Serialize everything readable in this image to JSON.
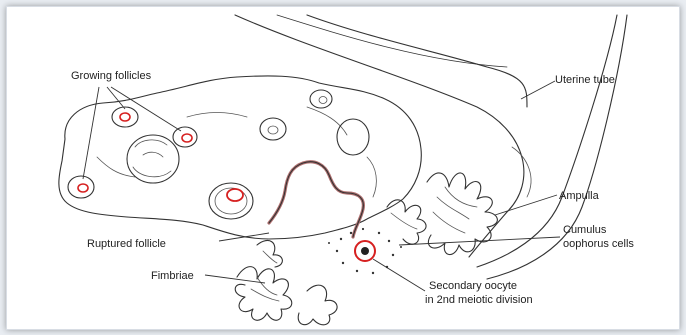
{
  "labels": {
    "growing_follicles": "Growing follicles",
    "uterine_tube": "Uterine tube",
    "ampulla": "Ampulla",
    "cumulus_line1": "Cumulus",
    "cumulus_line2": "oophorus cells",
    "ruptured_follicle": "Ruptured follicle",
    "fimbriae": "Fimbriae",
    "oocyte_line1": "Secondary oocyte",
    "oocyte_line2": "in 2nd meiotic division"
  },
  "colors": {
    "ink": "#333333",
    "highlight": "#d62020",
    "ruptured_wall": "#b07070"
  }
}
